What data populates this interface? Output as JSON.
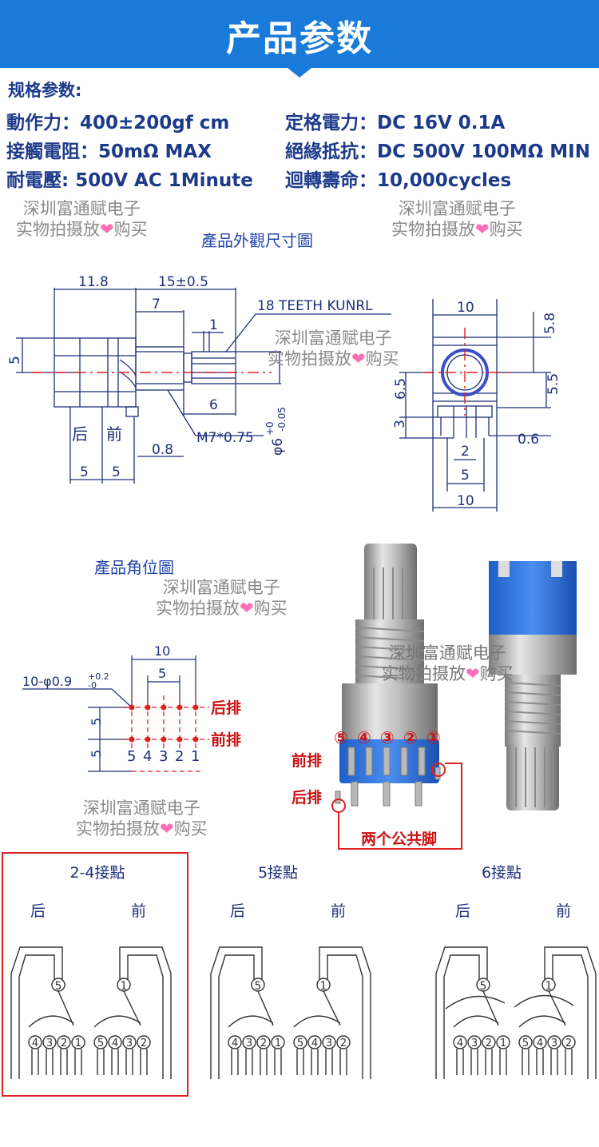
{
  "banner": {
    "title": "产品参数"
  },
  "specs": {
    "heading": "规格参数:",
    "row1_left": "動作力：400±200gf cm",
    "row1_right": "定格電力：DC 16V 0.1A",
    "row2_left": "接觸電阻：50mΩ MAX",
    "row2_right": "絕緣抵抗：DC 500V 100MΩ MIN",
    "row3_left": "耐電壓: 500V AC 1Minute",
    "row3_right": "迴轉壽命：10,000cycles"
  },
  "watermark": {
    "line1": "深圳富通赋电子",
    "line2_a": "实物拍摄放",
    "heart": "❤",
    "line2_b": "购买"
  },
  "labels": {
    "dimension_title": "產品外觀尺寸圖",
    "angle_title": "產品角位圖",
    "common_pins": "两个公共脚"
  },
  "side_view": {
    "d_11_8": "11.8",
    "d_15": "15±0.5",
    "d_7": "7",
    "d_1": "1",
    "teeth": "18  TEETH  KUNRL",
    "d_5": "5",
    "d_6": "6",
    "thread": "M7*0.75",
    "shaft": "φ6",
    "tol_hi": "+0",
    "tol_lo": "-0.05",
    "back": "后",
    "front": "前",
    "d_0_8": "0.8",
    "d_5a": "5",
    "d_5b": "5"
  },
  "front_view": {
    "d_10_top": "10",
    "d_5_8": "5.8",
    "d_6_5": "6.5",
    "d_5_5": "5.5",
    "d_3": "3",
    "d_2": "2",
    "d_0_6": "0.6",
    "d_5": "5",
    "d_10_bottom": "10"
  },
  "pin_map": {
    "d_10": "10",
    "d_5": "5",
    "hole": "10-φ0.9",
    "hole_hi": "+0.2",
    "hole_lo": "-0",
    "back_row": "后排",
    "front_row": "前排",
    "v_5a": "5",
    "v_5b": "5",
    "pins": [
      "5",
      "4",
      "3",
      "2",
      "1"
    ]
  },
  "photo_labels": {
    "pins": [
      "⑤",
      "④",
      "③",
      "②",
      "①"
    ],
    "front_row": "前排",
    "back_row": "后排"
  },
  "schematics": [
    {
      "title": "2-4接點",
      "back": "后",
      "front": "前"
    },
    {
      "title": "5接點",
      "back": "后",
      "front": "前"
    },
    {
      "title": "6接點",
      "back": "后",
      "front": "前"
    }
  ],
  "schematic_pins": {
    "common_back": "5",
    "common_front": "1",
    "left_group": [
      "4",
      "3",
      "2",
      "1"
    ],
    "right_group": [
      "5",
      "4",
      "3",
      "2"
    ]
  },
  "colors": {
    "banner": "#1a7ad9",
    "spec_text": "#1c3a8a",
    "red": "#cc1111",
    "knob_blue": "#2f6fd6"
  }
}
